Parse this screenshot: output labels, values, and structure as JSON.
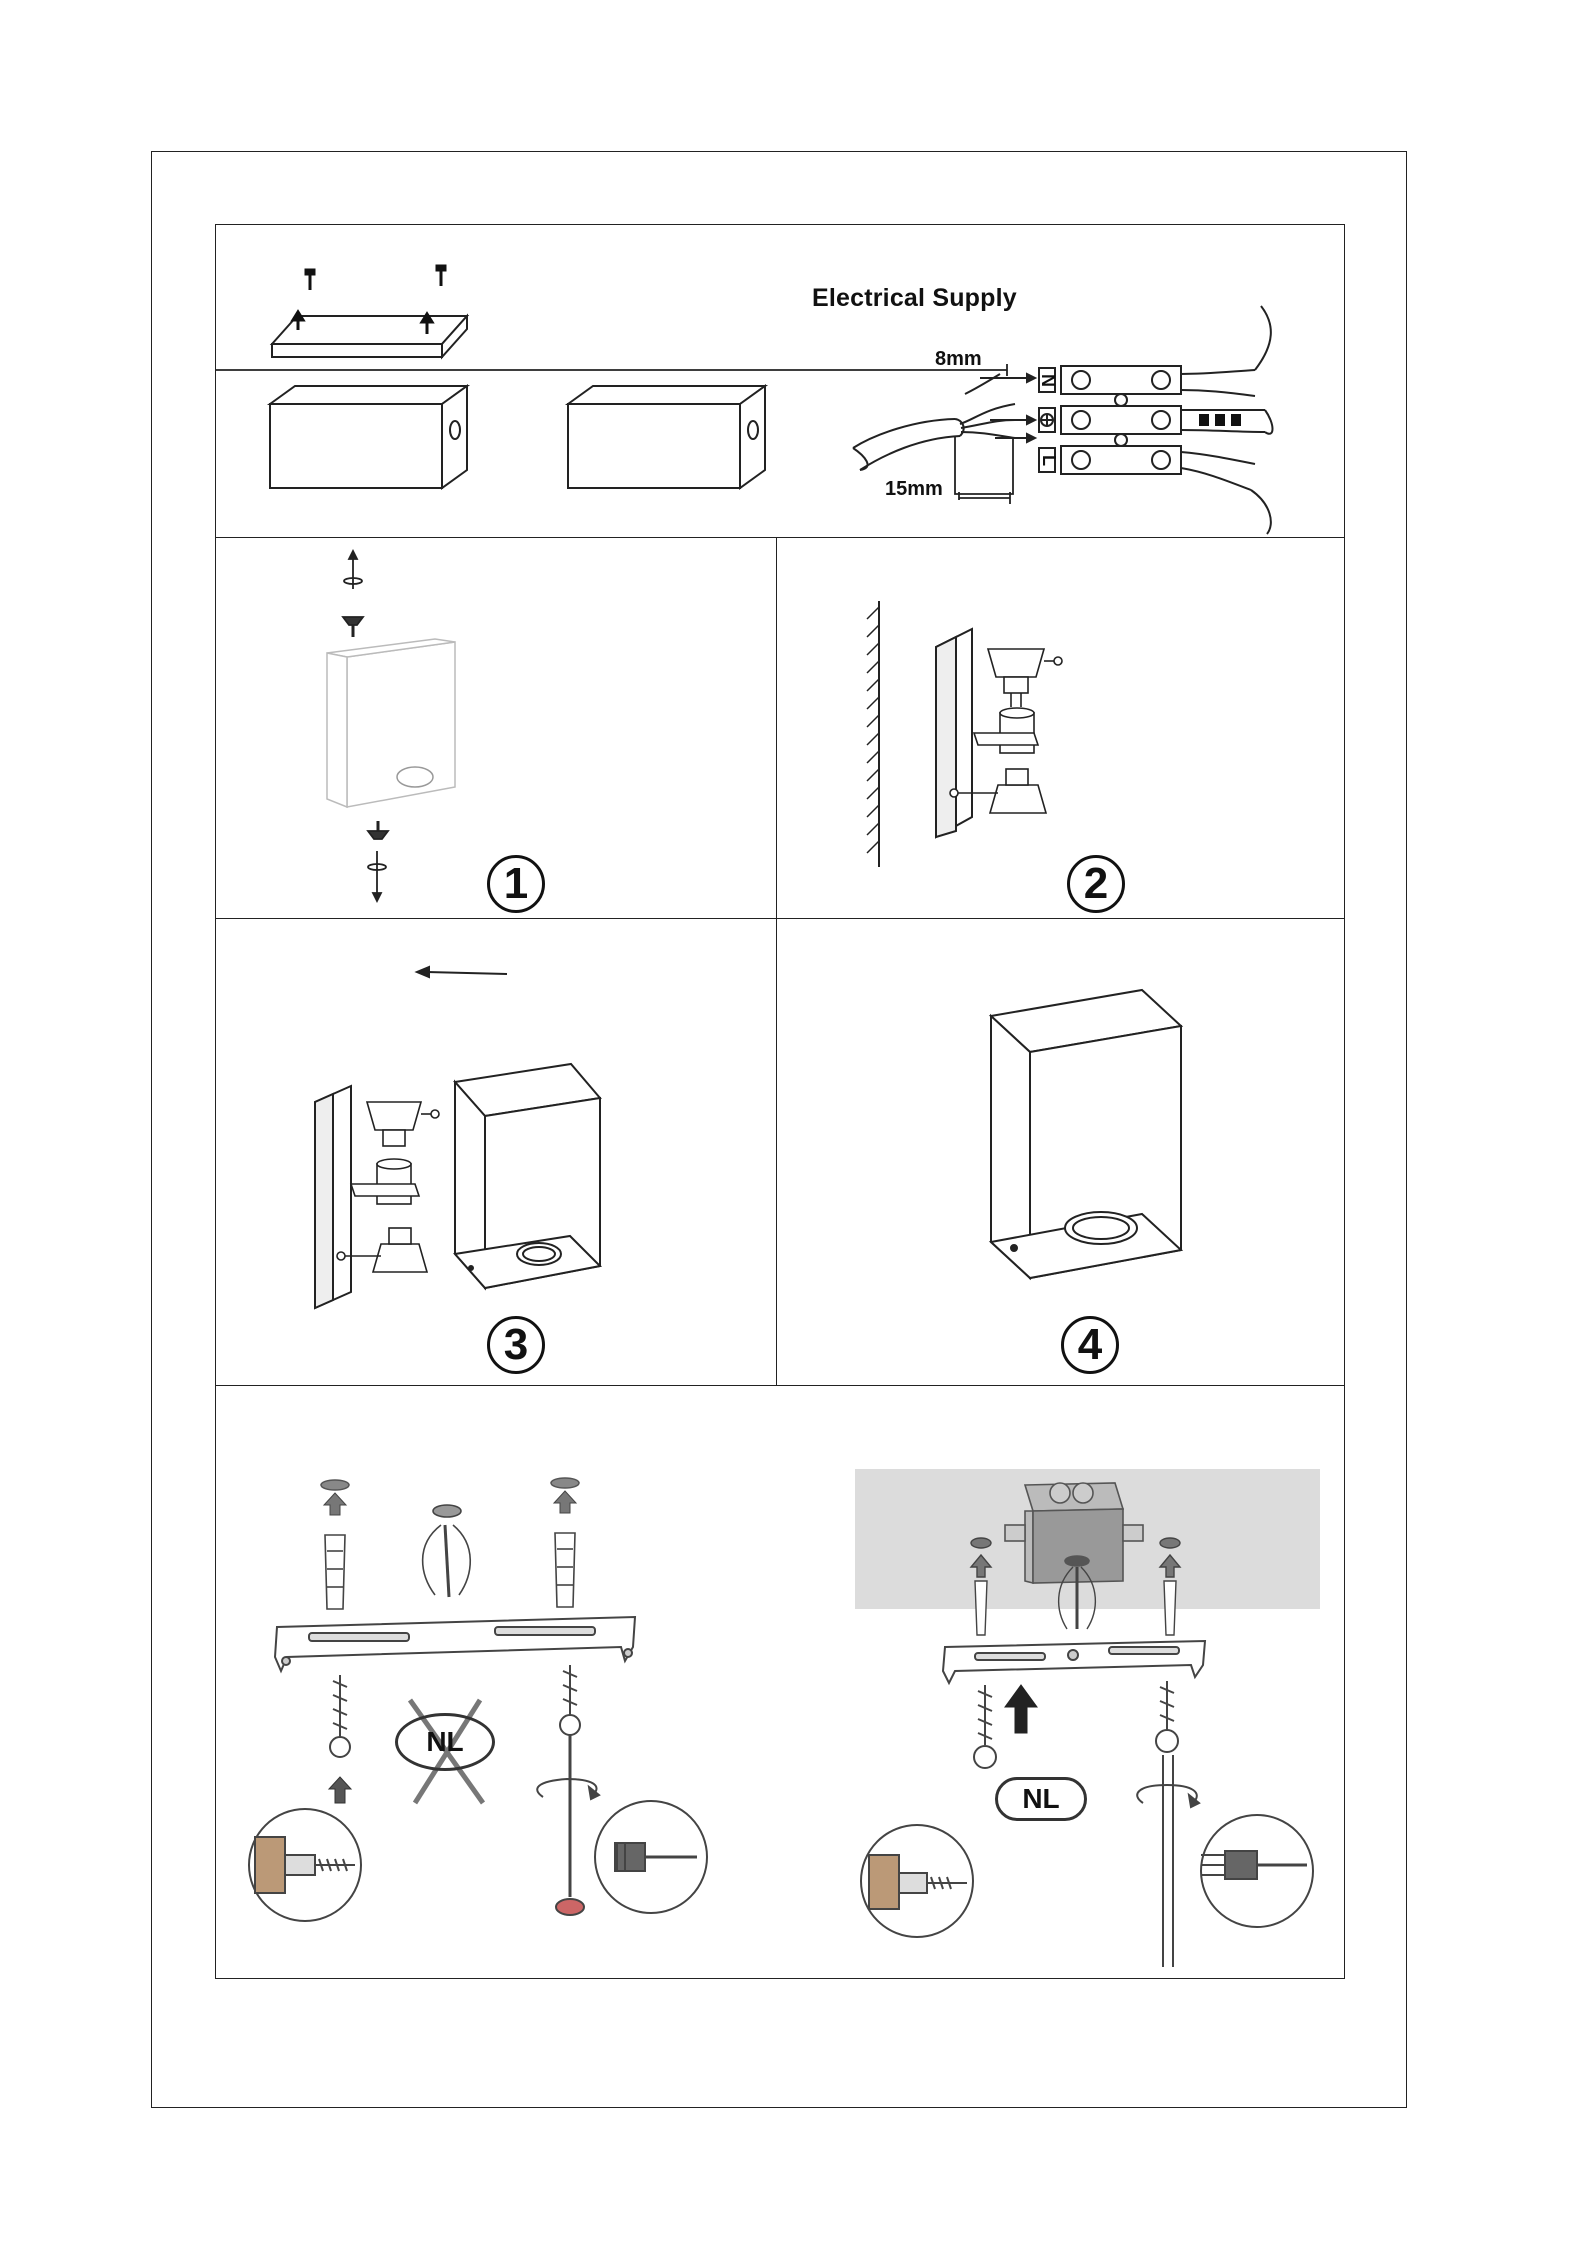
{
  "electrical": {
    "title": "Electrical Supply",
    "strip_length": "8mm",
    "sheath_length": "15mm",
    "terminal_n": "N",
    "terminal_l": "L"
  },
  "steps": [
    {
      "number": "1"
    },
    {
      "number": "2"
    },
    {
      "number": "3"
    },
    {
      "number": "4"
    }
  ],
  "mounting": {
    "left_marker": "NL",
    "right_marker": "NL"
  }
}
